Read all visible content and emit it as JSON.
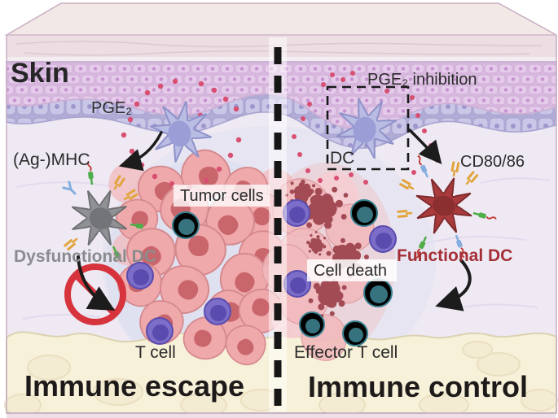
{
  "labels": {
    "skin": "Skin",
    "immune_escape": "Immune escape",
    "immune_control": "Immune control",
    "pge2": "PGE₂",
    "ag_mhc": "(Ag-)MHC",
    "dysfunctional_dc": "Dysfunctional DC",
    "tumor_cells": "Tumor cells",
    "t_cell": "T cell",
    "pge2_inhibition": "PGE₂ inhibition",
    "dc": "DC",
    "cd80_86": "CD80/86",
    "functional_dc": "Functional DC",
    "cell_death": "Cell death",
    "effector_t_cell": "Effector T cell"
  },
  "colors": {
    "dc_body": "#b9bce3",
    "dysfunctional_dc_body": "#909194",
    "dysfunctional_dc_text": "#8a8b8e",
    "functional_dc_body": "#a93b3c",
    "functional_dc_text": "#a52f36",
    "t_cell_body": "#7b6dc8",
    "t_cell_text": "#6a5fc4",
    "effector_t_cell_body": "#4f98a6",
    "effector_t_cell_text": "#4d8da1",
    "tumor_cell": "#efa9ab",
    "dead_cell": "#a34b54",
    "pge2_dot": "#d84f72",
    "prohibition_red": "#d6333d",
    "fat_layer": "#f7f1d9",
    "epidermis": "#e4cbe9",
    "basal_layer": "#cac6e7",
    "dermis": "#eee9f3",
    "skin_top": "#f2e9e6"
  }
}
